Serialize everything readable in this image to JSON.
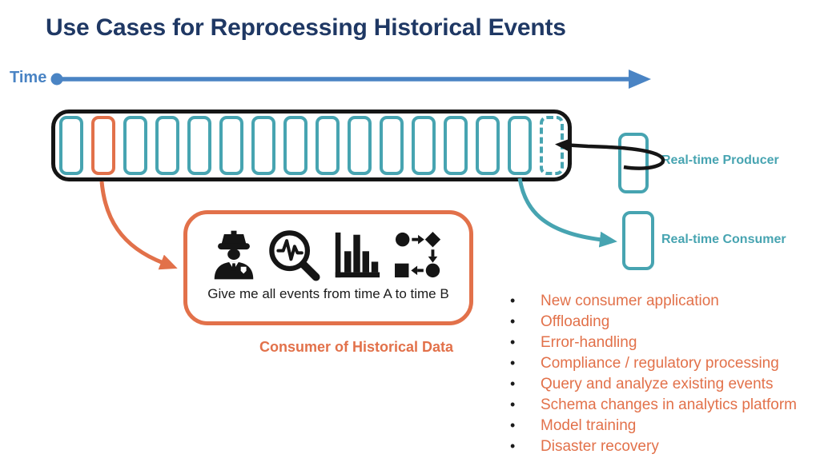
{
  "title": "Use Cases for Reprocessing Historical Events",
  "timeline": {
    "label": "Time"
  },
  "event_stream": {
    "solid_cell_count": 15,
    "highlighted_cell_index": 2,
    "dashed_cell_count": 1
  },
  "realtime_producer": {
    "label": "Real-time Producer"
  },
  "realtime_consumer": {
    "label": "Real-time Consumer"
  },
  "historical_consumer": {
    "caption": "Give me all events from time A to time B",
    "label": "Consumer of Historical Data",
    "icons": [
      "police-officer-icon",
      "magnifier-pulse-icon",
      "bar-chart-icon",
      "process-flow-icon"
    ]
  },
  "use_cases": [
    "New consumer application",
    "Offloading",
    "Error-handling",
    "Compliance / regulatory processing",
    "Query and analyze existing events",
    "Schema changes in analytics platform",
    "Model training",
    "Disaster recovery"
  ],
  "colors": {
    "navy": "#1F3864",
    "blue": "#4A84C4",
    "teal": "#47A4B1",
    "orange": "#E2714A",
    "black": "#151515"
  }
}
